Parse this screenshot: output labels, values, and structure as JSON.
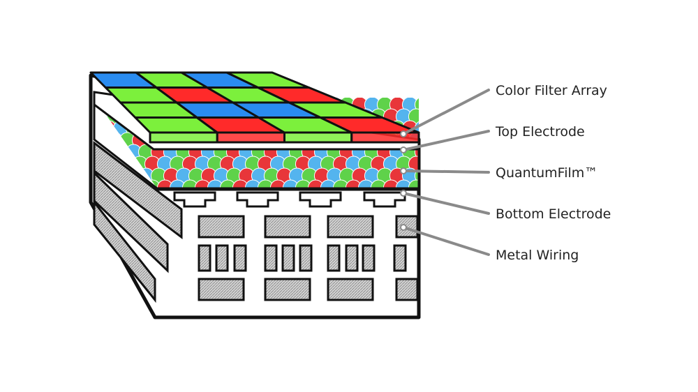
{
  "labels": [
    {
      "key": "color_filter_array",
      "text": "Color Filter Array"
    },
    {
      "key": "top_electrode",
      "text": "Top Electrode"
    },
    {
      "key": "quantumfilm",
      "text": "QuantumFilm™"
    },
    {
      "key": "bottom_electrode",
      "text": "Bottom Electrode"
    },
    {
      "key": "metal_wiring",
      "text": "Metal Wiring"
    }
  ],
  "colors": {
    "red_filter": "#ff2a2a",
    "green_filter": "#7cf03c",
    "blue_filter": "#2a8cf0",
    "red_dot": "#e8363a",
    "green_dot": "#5fd24a",
    "blue_dot": "#54b4ee",
    "leader_line": "#8a8a8a",
    "outline": "#111111",
    "wiring_fill": "#bdbdbd"
  }
}
